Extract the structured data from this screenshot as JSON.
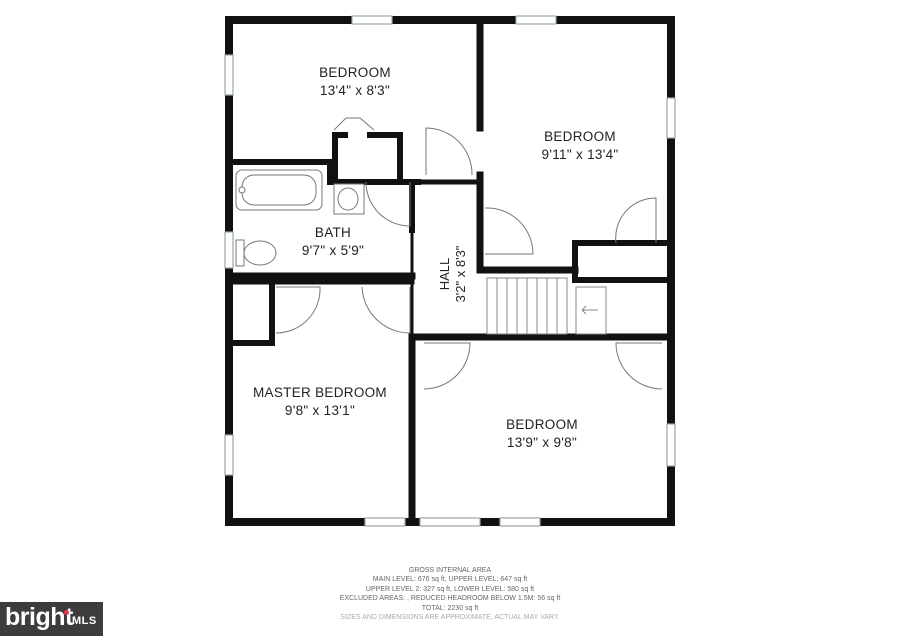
{
  "rooms": {
    "bedroom_top_left": {
      "name": "BEDROOM",
      "dims": "13'4\" x 8'3\""
    },
    "bedroom_top_right": {
      "name": "BEDROOM",
      "dims": "9'11\" x 13'4\""
    },
    "bath": {
      "name": "BATH",
      "dims": "9'7\" x 5'9\""
    },
    "hall": {
      "name": "HALL",
      "dims": "3'2\" x 8'3\""
    },
    "master_bedroom": {
      "name": "MASTER BEDROOM",
      "dims": "9'8\" x 13'1\""
    },
    "bedroom_bottom_right": {
      "name": "BEDROOM",
      "dims": "13'9\" x 9'8\""
    }
  },
  "area_notes": {
    "heading": "GROSS INTERNAL AREA",
    "line1": "MAIN LEVEL: 676 sq ft, UPPER LEVEL: 647 sq ft",
    "line2": "UPPER LEVEL 2: 327 sq ft, LOWER LEVEL: 580 sq ft",
    "line3": "EXCLUDED AREAS: , REDUCED HEADROOM BELOW 1.5M: 56 sq ft",
    "total": "TOTAL: 2230 sq ft",
    "disclaimer": "SIZES AND DIMENSIONS ARE APPROXIMATE, ACTUAL MAY VARY."
  },
  "brand": {
    "word": "bright",
    "suffix": "MLS"
  },
  "colors": {
    "wall": "#111111",
    "window": "#cfd8de",
    "fixture": "#888888",
    "brand_bg": "#3c3c3c",
    "brand_dot": "#e8374a"
  }
}
